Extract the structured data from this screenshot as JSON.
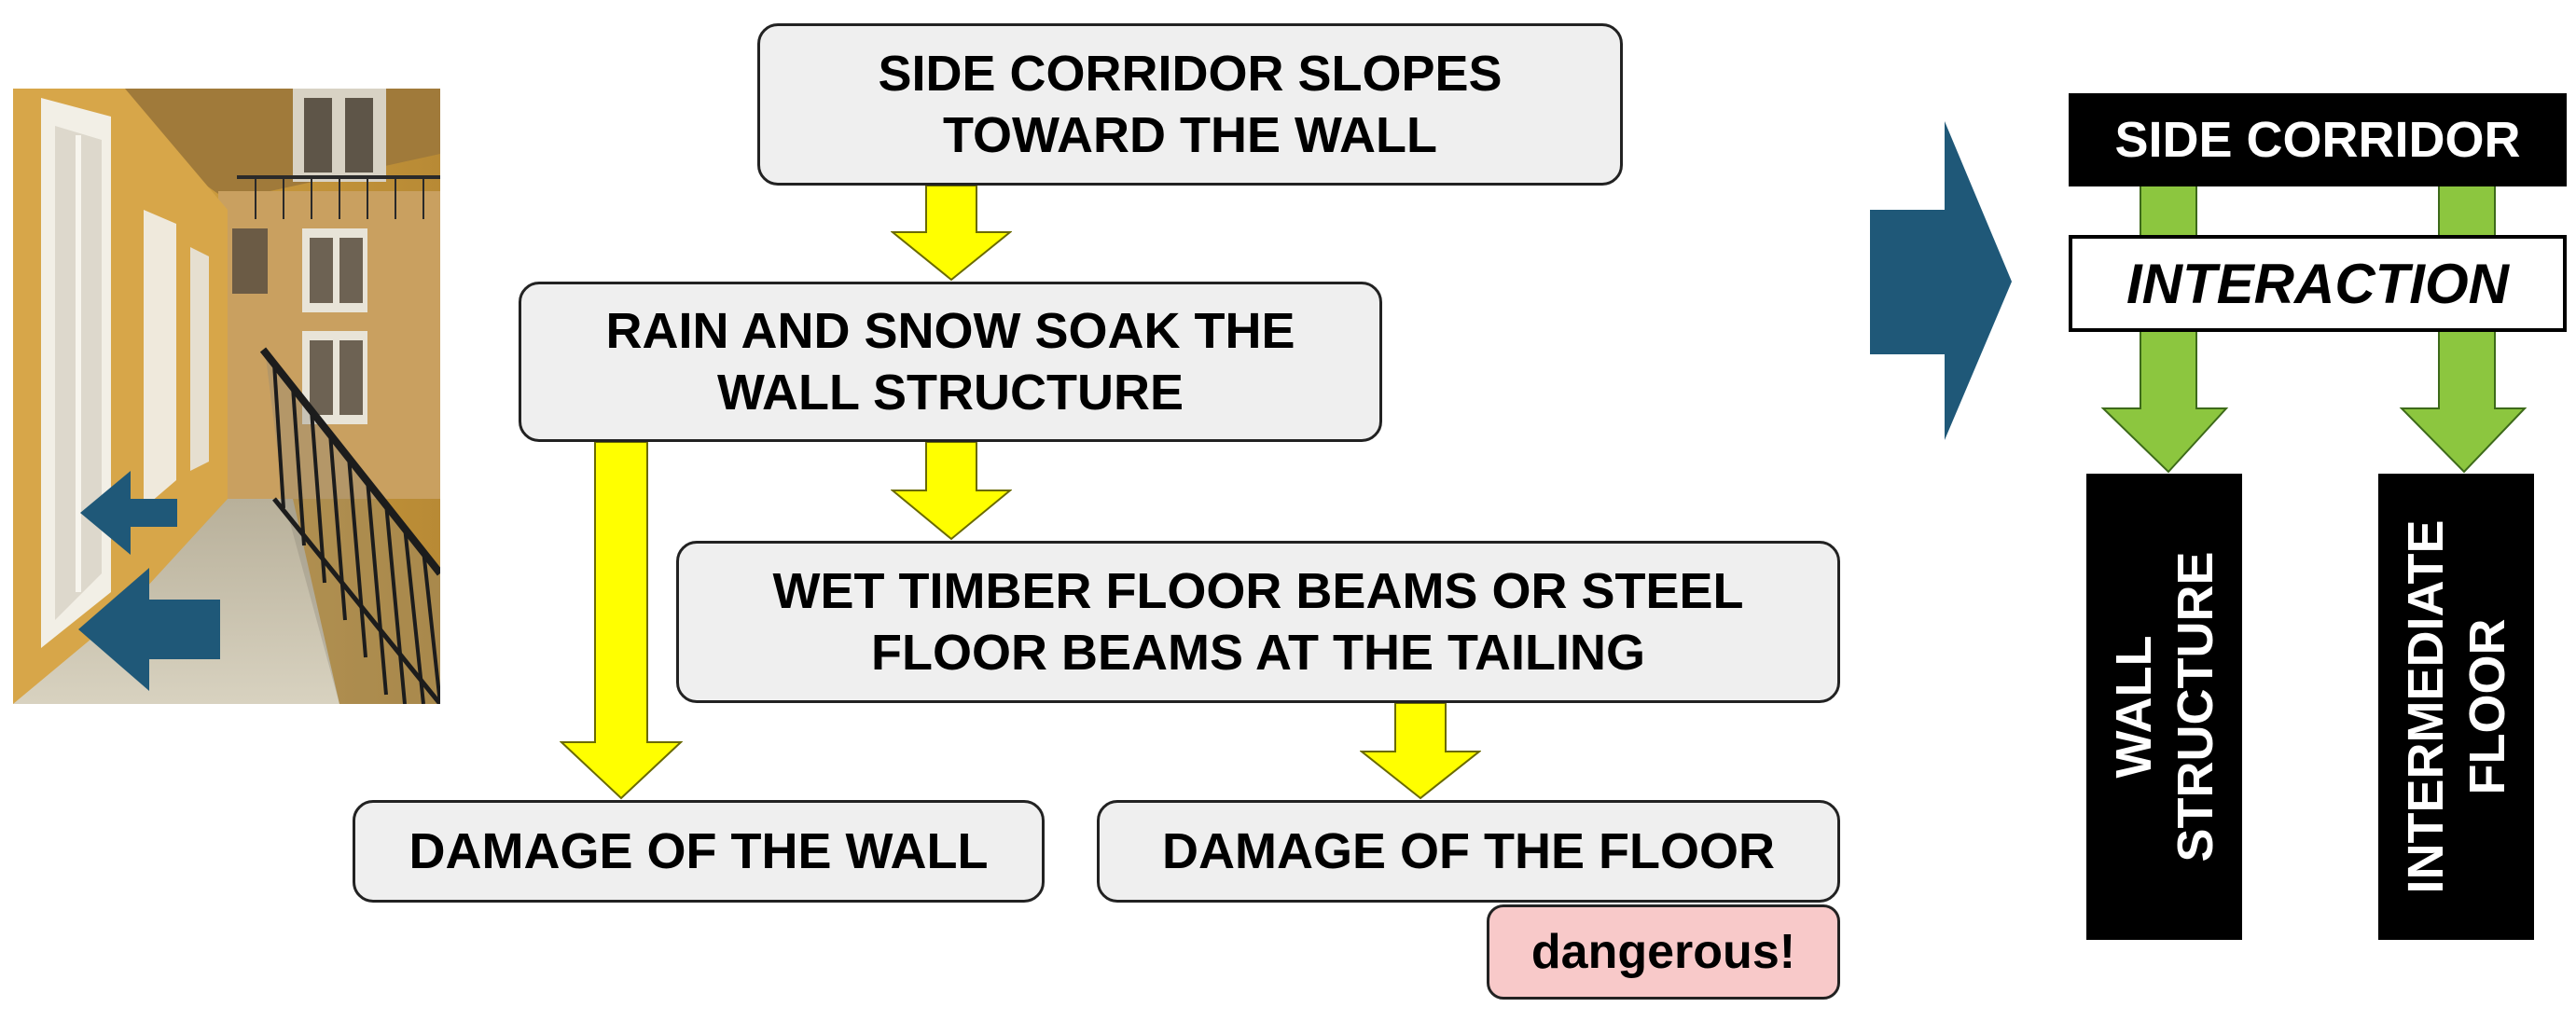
{
  "colors": {
    "yellow_arrow": "#ffff00",
    "green_arrow": "#8cc63f",
    "blue_arrow": "#1f5878",
    "box_fill": "#efefef",
    "warning_fill": "#f8c9c9"
  },
  "flow": {
    "box1": "SIDE CORRIDOR SLOPES\nTOWARD THE WALL",
    "box2": "RAIN AND SNOW SOAK THE\nWALL STRUCTURE",
    "box3": "WET TIMBER FLOOR BEAMS OR STEEL\nFLOOR BEAMS AT THE TAILING",
    "box4": "DAMAGE OF THE WALL",
    "box5": "DAMAGE OF THE FLOOR",
    "warning": "dangerous!"
  },
  "schema": {
    "header": "SIDE CORRIDOR",
    "interaction": "INTERACTION",
    "left_column": "WALL\nSTRUCTURE",
    "right_column": "INTERMEDIATE\nFLOOR"
  }
}
